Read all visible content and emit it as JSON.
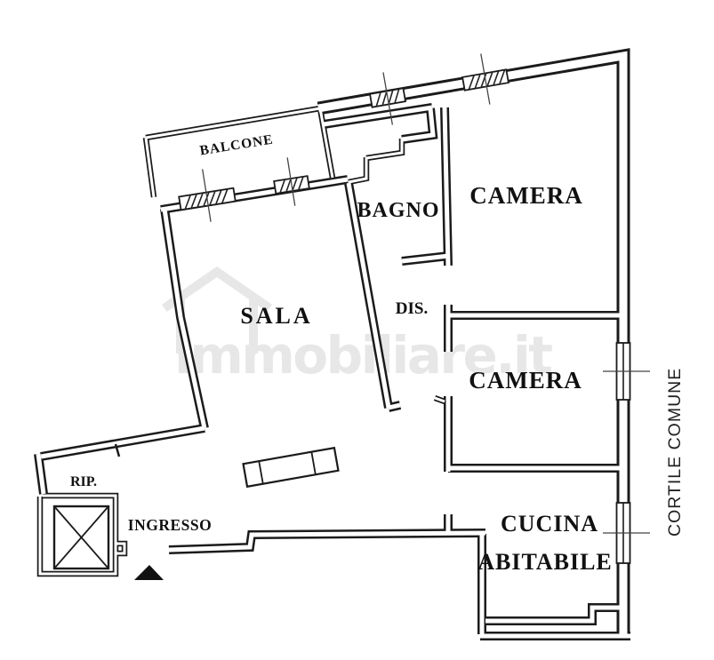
{
  "watermark": {
    "text": "immobiliare.it"
  },
  "rooms": {
    "balcone": {
      "label": "BALCONE"
    },
    "sala": {
      "label": "SALA"
    },
    "bagno": {
      "label": "BAGNO"
    },
    "camera_top": {
      "label": "CAMERA"
    },
    "dis": {
      "label": "DIS."
    },
    "camera_mid": {
      "label": "CAMERA"
    },
    "rip": {
      "label": "RIP."
    },
    "ingresso": {
      "label": "INGRESSO"
    },
    "cucina": {
      "label_line1": "CUCINA",
      "label_line2": "ABITABILE"
    }
  },
  "outside": {
    "cortile": "CORTILE COMUNE"
  },
  "colors": {
    "line": "#1b1b1b",
    "background": "#ffffff",
    "watermark": "#e7e7e7",
    "entrance_marker": "#111111"
  }
}
